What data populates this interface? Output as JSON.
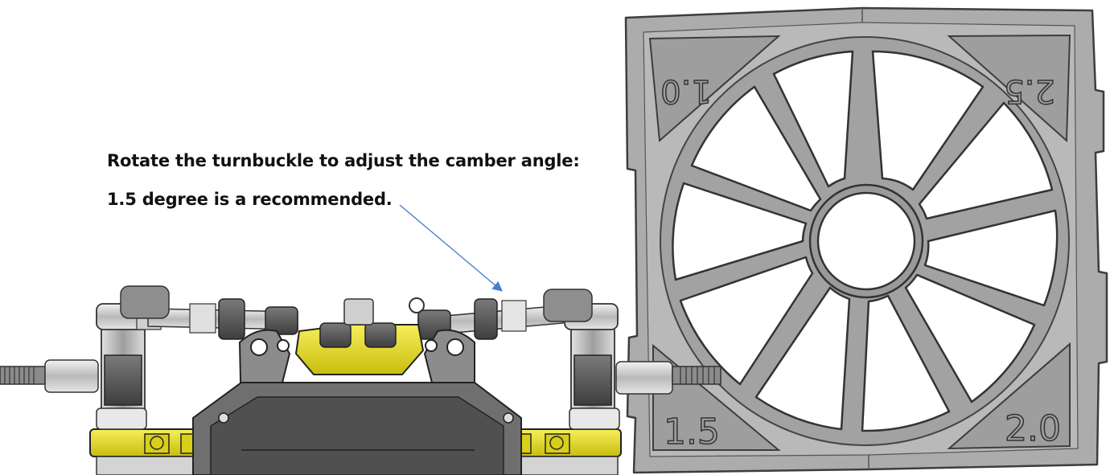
{
  "instructions": {
    "line1": "Rotate the turnbuckle to adjust the camber angle:",
    "line2": "1.5 degree is a recommended."
  },
  "camber_gauge": {
    "corner_labels": {
      "top_left": "1.0",
      "top_right": "2.5",
      "bottom_left": "1.5",
      "bottom_right": "2.0"
    }
  },
  "colors": {
    "gauge_gray": "#a9a9a9",
    "part_yellow": "#e5dc1c",
    "part_dark": "#555555",
    "arrow_blue": "#4a7ed0"
  }
}
